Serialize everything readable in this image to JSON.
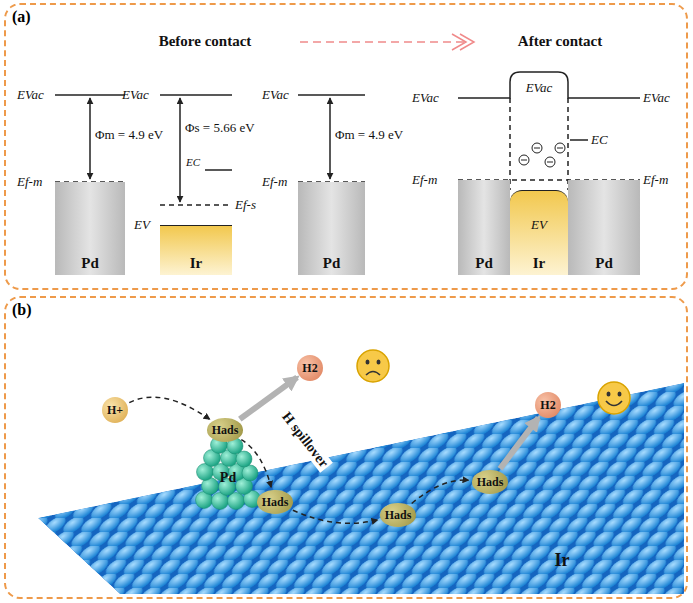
{
  "diagram": {
    "nodes": [
      {
        "text": [
          "(a)"
        ]
      },
      {
        "text": [
          "Pd"
        ],
        "in": 0
      },
      {
        "text": [
          "Ir"
        ],
        "in": 0
      },
      {
        "text": [
          "Pd"
        ],
        "in": 0
      },
      {
        "text": [
          "Pd"
        ],
        "in": 0
      },
      {
        "text": [
          "Ir"
        ],
        "in": 0
      },
      {
        "text": [
          "Pd"
        ],
        "in": 0
      },
      {
        "text": [
          "(b)"
        ]
      },
      {
        "text": [
          "H+"
        ],
        "in": 7
      },
      {
        "text": [
          "Hads"
        ],
        "in": 7
      },
      {
        "text": [
          "H2"
        ],
        "in": 7
      },
      {
        "text": [
          "Hads"
        ],
        "in": 7
      },
      {
        "text": [
          "Hads"
        ],
        "in": 7
      },
      {
        "text": [
          "Hads"
        ],
        "in": 7
      },
      {
        "text": [
          "H2"
        ],
        "in": 7
      }
    ],
    "edges": [
      {
        "from": 8,
        "to": 9,
        "arrow": "to"
      },
      {
        "from": 9,
        "to": 10,
        "arrow": "to"
      },
      {
        "from": 9,
        "to": 11,
        "arrow": "to"
      },
      {
        "from": 11,
        "to": 12,
        "arrow": "to"
      },
      {
        "from": 12,
        "to": 13,
        "arrow": "to"
      },
      {
        "from": 13,
        "to": 14,
        "arrow": "to"
      }
    ],
    "labels": [
      "Before contact",
      "After contact",
      "EVac",
      "Φm = 4.9 eV",
      "Ef-m",
      "EVac",
      "Φs = 5.66 eV",
      "EC",
      "Ef-s",
      "EV",
      "EVac",
      "Φm = 4.9 eV",
      "Ef-m",
      "EVac",
      "EVac",
      "EVac",
      "EC",
      "Ef-m",
      "Ef-m",
      "EV",
      "H spillover",
      "Pd",
      "Ir"
    ]
  }
}
